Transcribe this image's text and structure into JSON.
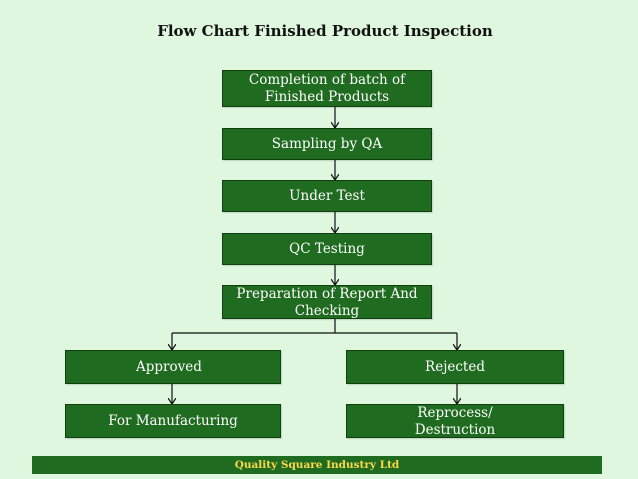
{
  "title": "Flow Chart Finished Product Inspection",
  "nodes": {
    "completion": {
      "line1": "Completion of batch of",
      "line2": "Finished Products"
    },
    "sampling": "Sampling by QA",
    "under_test": "Under Test",
    "qc_testing": "QC Testing",
    "preparation": {
      "line1": "Preparation of Report And",
      "line2": "Checking"
    },
    "approved": "Approved",
    "rejected": "Rejected",
    "manufacturing": "For Manufacturing",
    "reprocess": {
      "line1": "Reprocess/",
      "line2": "Destruction"
    }
  },
  "footer": "Quality  Square Industry  Ltd",
  "colors": {
    "background": "#dff7df",
    "box_fill": "#1f6b1f",
    "box_text": "#ffffff",
    "footer_text": "#ffd84a"
  }
}
